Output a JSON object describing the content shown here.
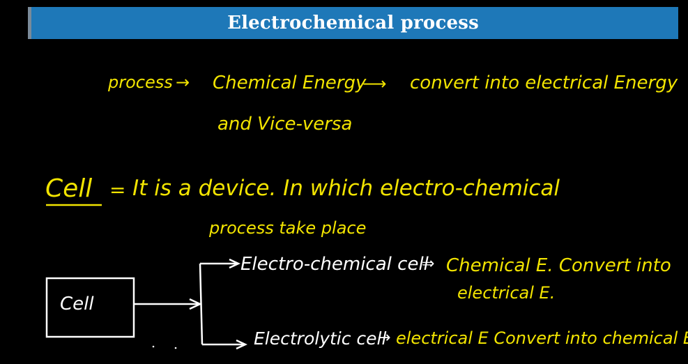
{
  "header": {
    "title": "Electrochemical process"
  },
  "definition": {
    "term": "process",
    "part1": "Chemical Energy",
    "part2": "convert into electrical Energy",
    "part3": "and Vice-versa"
  },
  "cell_definition": {
    "term": "Cell",
    "equals": "=",
    "text1": "It is a device. In which electro-chemical",
    "text2": "process take place"
  },
  "diagram": {
    "box_label": "Cell",
    "branch1": {
      "name": "Electro-chemical cell",
      "relation": "⇒",
      "desc1": "Chemical E. Convert into",
      "desc2": "electrical E."
    },
    "branch2": {
      "name": "Electrolytic cell",
      "relation": "→",
      "desc": "electrical E Convert into chemical E."
    }
  },
  "colors": {
    "ink_yellow": "#f2e400",
    "ink_white": "#ffffff",
    "header_bg": "#1e78b8"
  }
}
